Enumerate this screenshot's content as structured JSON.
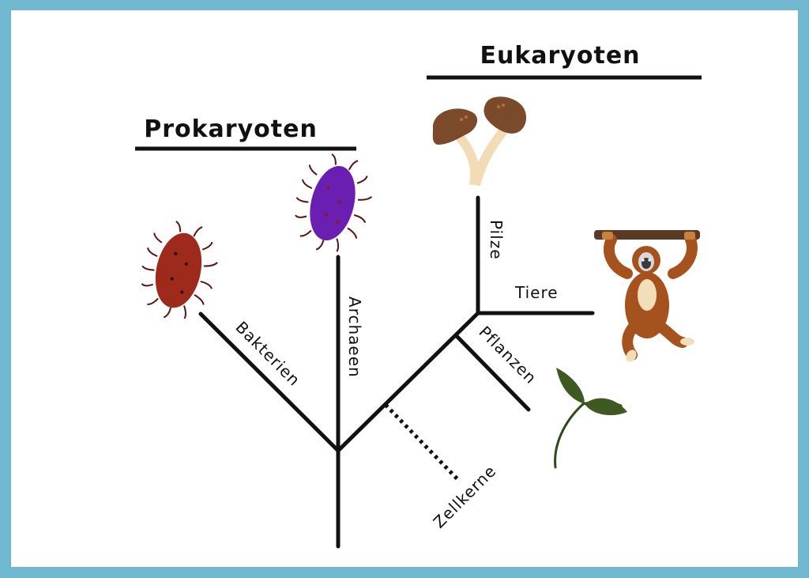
{
  "headings": {
    "prokaryoten": "Prokaryoten",
    "eukaryoten": "Eukaryoten"
  },
  "branches": {
    "bakterien": "Bakterien",
    "archaeen": "Archaeen",
    "zellkerne": "Zellkerne",
    "pilze": "Pilze",
    "tiere": "Tiere",
    "pflanzen": "Pflanzen"
  },
  "colors": {
    "border": "#6fb8cf",
    "bacterium": "#9e2a1c",
    "archaeon": "#6a1fb0",
    "mushroom_cap": "#7a4a2a",
    "mushroom_stem": "#f1dcb5",
    "monkey": "#a5521f",
    "leaf": "#3e5a22"
  }
}
